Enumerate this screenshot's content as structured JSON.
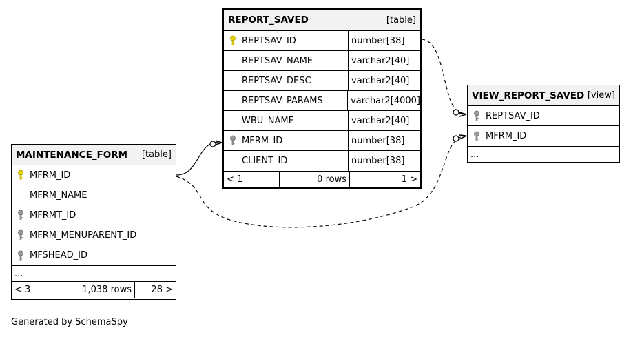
{
  "report_saved": {
    "name": "REPORT_SAVED",
    "kind": "[table]",
    "columns": [
      {
        "name": "REPTSAV_ID",
        "type": "number[38]",
        "key": "primary"
      },
      {
        "name": "REPTSAV_NAME",
        "type": "varchar2[40]",
        "key": "none"
      },
      {
        "name": "REPTSAV_DESC",
        "type": "varchar2[40]",
        "key": "none"
      },
      {
        "name": "REPTSAV_PARAMS",
        "type": "varchar2[4000]",
        "key": "none"
      },
      {
        "name": "WBU_NAME",
        "type": "varchar2[40]",
        "key": "none"
      },
      {
        "name": "MFRM_ID",
        "type": "number[38]",
        "key": "foreign"
      },
      {
        "name": "CLIENT_ID",
        "type": "number[38]",
        "key": "none"
      }
    ],
    "footer": {
      "parents": "< 1",
      "rows": "0 rows",
      "children": "1 >"
    }
  },
  "maintenance_form": {
    "name": "MAINTENANCE_FORM",
    "kind": "[table]",
    "columns": [
      {
        "name": "MFRM_ID",
        "key": "primary"
      },
      {
        "name": "MFRM_NAME",
        "key": "none"
      },
      {
        "name": "MFRMT_ID",
        "key": "foreign"
      },
      {
        "name": "MFRM_MENUPARENT_ID",
        "key": "foreign"
      },
      {
        "name": "MFSHEAD_ID",
        "key": "foreign"
      }
    ],
    "more": "...",
    "footer": {
      "parents": "< 3",
      "rows": "1,038 rows",
      "children": "28 >"
    }
  },
  "view_report_saved": {
    "name": "VIEW_REPORT_SAVED",
    "kind": "[view]",
    "columns": [
      {
        "name": "REPTSAV_ID",
        "key": "foreign"
      },
      {
        "name": "MFRM_ID",
        "key": "foreign"
      }
    ],
    "more": "..."
  },
  "credit": "Generated by SchemaSpy",
  "colors": {
    "primary_key": "#e8d400",
    "foreign_key": "#9a9a9a",
    "header_bg": "#f2f2f2"
  }
}
